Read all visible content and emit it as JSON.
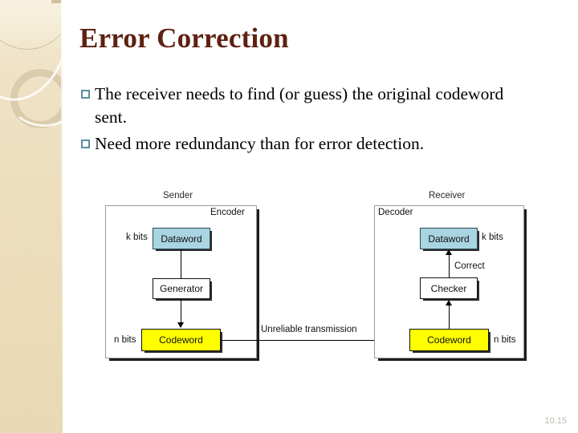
{
  "slide": {
    "title": "Error Correction",
    "title_color": "#5E2112",
    "page_number": "10.15",
    "background_color": "#FFFFFF",
    "sidebar_color": "#EAD9B4"
  },
  "bullets": [
    {
      "marker": "hollow-square",
      "text": "The receiver needs to find (or guess) the original codeword sent."
    },
    {
      "marker": "hollow-square",
      "text": "Need more redundancy than for error detection."
    }
  ],
  "diagram": {
    "sender": {
      "caption": "Sender",
      "panel_label": "Encoder",
      "dataword": {
        "label": "Dataword",
        "bits_label": "k bits",
        "color": "#A9D4E2"
      },
      "generator": {
        "label": "Generator",
        "color": "#FFFFFF"
      },
      "codeword": {
        "label": "Codeword",
        "bits_label": "n bits",
        "color": "#FFFF00"
      }
    },
    "channel": {
      "label": "Unreliable transmission"
    },
    "receiver": {
      "caption": "Receiver",
      "panel_label": "Decoder",
      "dataword": {
        "label": "Dataword",
        "bits_label": "k bits",
        "color": "#A9D4E2"
      },
      "checker": {
        "label": "Checker",
        "color": "#FFFFFF"
      },
      "codeword": {
        "label": "Codeword",
        "bits_label": "n bits",
        "color": "#FFFF00"
      },
      "correct_label": "Correct"
    }
  }
}
